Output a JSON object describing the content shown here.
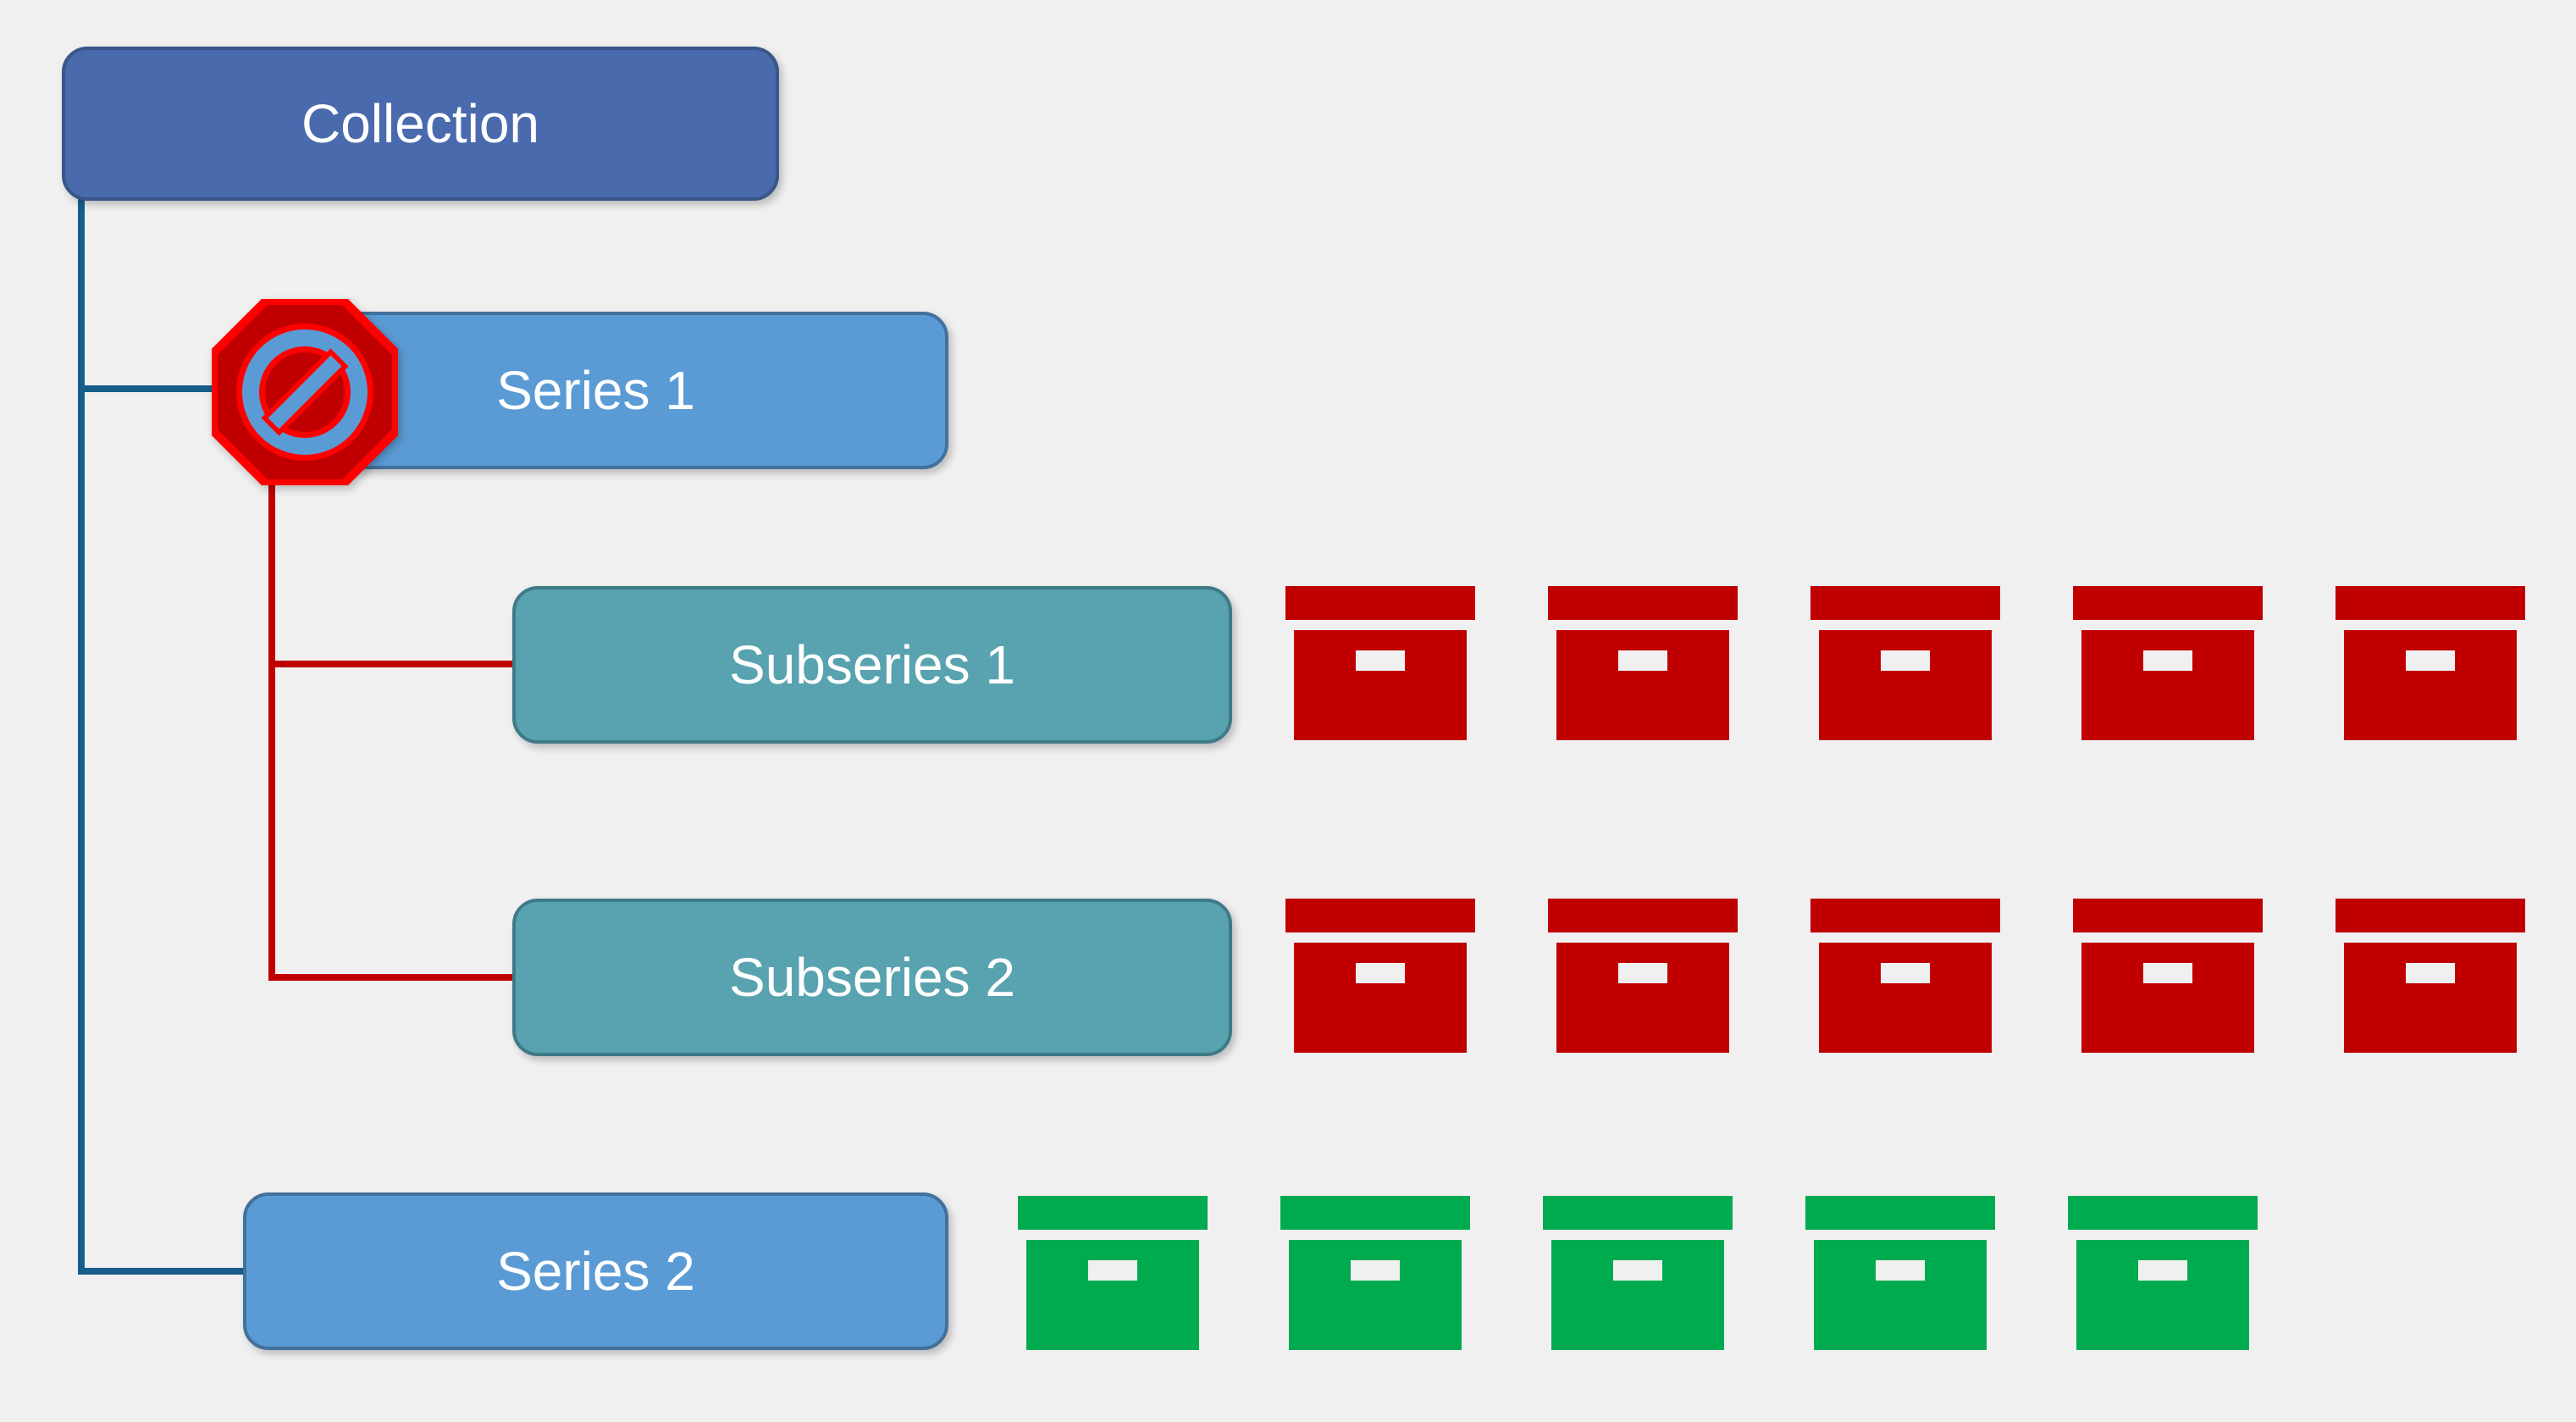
{
  "palette": {
    "bg": "#f0f0f1",
    "text": "#ffffff",
    "collection-fill": "#4a6aae",
    "collection-border": "#3a5588",
    "series-fill": "#5b9bd5",
    "series-border": "#41719c",
    "subseries-fill": "#58a3af",
    "subseries-border": "#3e7b86",
    "collection-line": "#175e8c",
    "restricted-line": "#c00000",
    "red-box": "#c00000",
    "green-box": "#00ab50",
    "prohibition-fill": "#c00000",
    "prohibition-outline": "#ff0000",
    "prohibition-blue": "#5b9bd5"
  },
  "nodes": {
    "collection": {
      "label": "Collection"
    },
    "series1": {
      "label": "Series 1"
    },
    "series2": {
      "label": "Series 2"
    },
    "subseries1": {
      "label": "Subseries 1"
    },
    "subseries2": {
      "label": "Subseries 2"
    }
  },
  "icons": {
    "prohibition": "no-access-restricted-icon",
    "archive": "archive-box-icon"
  },
  "box_rows": [
    {
      "parent": "Subseries 1",
      "color": "red",
      "count": 5
    },
    {
      "parent": "Subseries 2",
      "color": "red",
      "count": 5
    },
    {
      "parent": "Series 2",
      "color": "green",
      "count": 5
    }
  ],
  "hierarchy": {
    "root": "Collection",
    "children": [
      {
        "name": "Series 1",
        "restricted": true,
        "children": [
          "Subseries 1",
          "Subseries 2"
        ]
      },
      {
        "name": "Series 2",
        "restricted": false,
        "children": []
      }
    ]
  }
}
